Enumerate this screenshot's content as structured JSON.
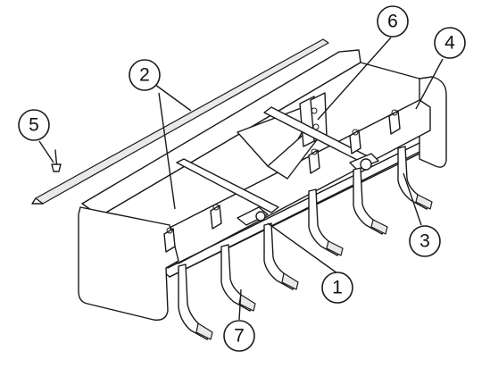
{
  "diagram": {
    "callouts": [
      {
        "id": "callout-1",
        "number": "1"
      },
      {
        "id": "callout-2",
        "number": "2"
      },
      {
        "id": "callout-3",
        "number": "3"
      },
      {
        "id": "callout-4",
        "number": "4"
      },
      {
        "id": "callout-5",
        "number": "5"
      },
      {
        "id": "callout-6",
        "number": "6"
      },
      {
        "id": "callout-7",
        "number": "7"
      }
    ]
  }
}
